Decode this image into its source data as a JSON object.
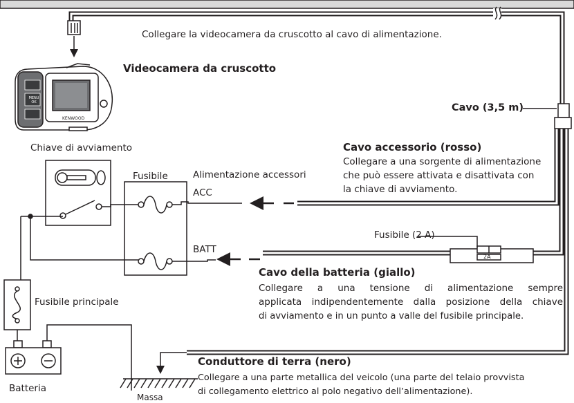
{
  "labels": {
    "connect_camera": "Collegare la videocamera da cruscotto al cavo di alimentazione.",
    "dashcam": "Videocamera da cruscotto",
    "cable": "Cavo (3,5 m)",
    "ignition_key": "Chiave di avviamento",
    "fuse": "Fusibile",
    "acc_power": "Alimentazione accessori",
    "acc": "ACC",
    "batt": "BATT",
    "fuse_2a": "Fusibile (2 A)",
    "fuse_2a_mark": "2A",
    "main_fuse": "Fusibile principale",
    "battery": "Batteria",
    "ground": "Massa",
    "brand": "KENWOOD",
    "menu_ok": "MENU OK"
  },
  "acc_cable": {
    "title": "Cavo accessorio (rosso)",
    "lines": [
      "Collegare a una sorgente di alimentazione",
      "che può essere attivata e disattivata con",
      "la chiave di avviamento."
    ]
  },
  "battery_cable": {
    "title": "Cavo della batteria (giallo)",
    "lines": [
      "Collegare a una tensione di alimentazione sempre",
      "applicata indipendentemente dalla posizione della chiave",
      "di avviamento e in un punto a valle del fusibile principale."
    ]
  },
  "ground_cable": {
    "title": "Conduttore di terra (nero)",
    "lines": [
      "Collegare a una parte metallica del veicolo (una parte del telaio provvista",
      "di collegamento elettrico al polo negativo dell’alimentazione)."
    ]
  }
}
